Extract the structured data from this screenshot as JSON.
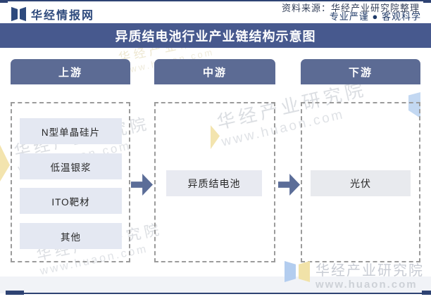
{
  "header": {
    "logo_text": "华经情报网",
    "slogan": "专业严谨 ● 客观科学"
  },
  "title": "异质结电池行业产业链结构示意图",
  "diagram": {
    "columns": [
      {
        "header": "上游",
        "items": [
          "N型单晶硅片",
          "低温银浆",
          "ITO靶材",
          "其他"
        ]
      },
      {
        "header": "中游",
        "items": [
          "异质结电池"
        ]
      },
      {
        "header": "下游",
        "items": [
          "光伏"
        ]
      }
    ]
  },
  "footer": {
    "source": "资料来源：华经产业研究院整理"
  },
  "watermark": {
    "name": "华经产业研究院",
    "url": "www.huaon.com"
  },
  "colors": {
    "title_bar": "#47598e",
    "column_header": "#5c6b94",
    "arrow": "#5b6d98",
    "item_box": "#e4e8f2",
    "edge_line": "#2e4373",
    "brand_text": "#2e4a7d",
    "source_strip": "#f1f3f7"
  }
}
